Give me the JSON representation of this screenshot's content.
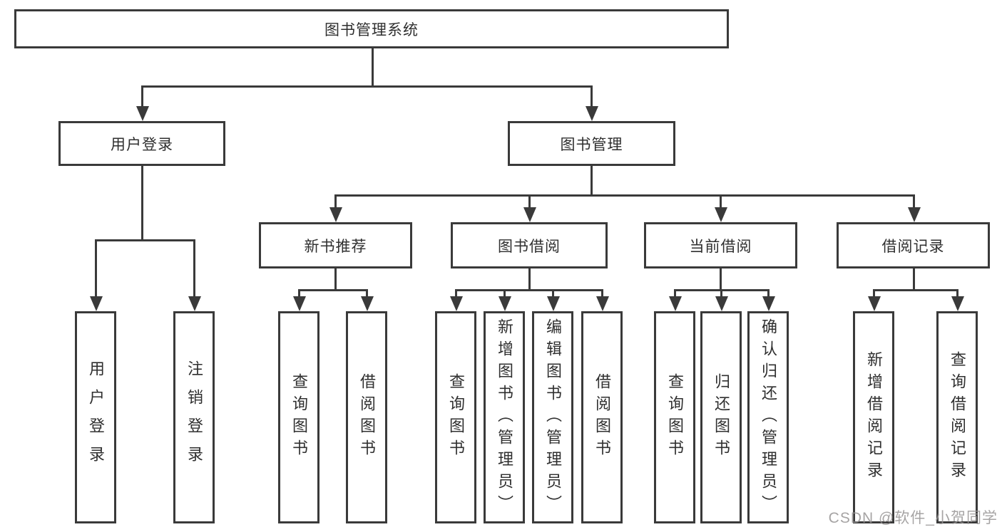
{
  "diagram": {
    "type": "hierarchy-tree",
    "colors": {
      "line": "#3a3a3a",
      "node_text": "#2f2f2f",
      "background": "#ffffff",
      "watermark": "#969494"
    },
    "nodes": {
      "root": "图书管理系统",
      "user_login": "用户登录",
      "book_mgmt": "图书管理",
      "leaf_user_login": "用户登录",
      "leaf_logout": "注销登录",
      "new_book_rec": "新书推荐",
      "book_borrow": "图书借阅",
      "current_borrow": "当前借阅",
      "borrow_record": "借阅记录",
      "nbr_query": "查询图书",
      "nbr_borrow": "借阅图书",
      "bb_query": "查询图书",
      "bb_add": "新增图书（管理员）",
      "bb_edit": "编辑图书（管理员）",
      "bb_borrow": "借阅图书",
      "cb_query": "查询图书",
      "cb_return": "归还图书",
      "cb_confirm": "确认归还（管理员）",
      "br_add": "新增借阅记录",
      "br_query": "查询借阅记录"
    },
    "structure": {
      "root": [
        "用户登录",
        "图书管理"
      ],
      "用户登录": [
        "用户登录",
        "注销登录"
      ],
      "图书管理": [
        "新书推荐",
        "图书借阅",
        "当前借阅",
        "借阅记录"
      ],
      "新书推荐": [
        "查询图书",
        "借阅图书"
      ],
      "图书借阅": [
        "查询图书",
        "新增图书（管理员）",
        "编辑图书（管理员）",
        "借阅图书"
      ],
      "当前借阅": [
        "查询图书",
        "归还图书",
        "确认归还（管理员）"
      ],
      "借阅记录": [
        "新增借阅记录",
        "查询借阅记录"
      ]
    }
  },
  "watermark": {
    "text": "CSDN @软件_小贺同学"
  }
}
